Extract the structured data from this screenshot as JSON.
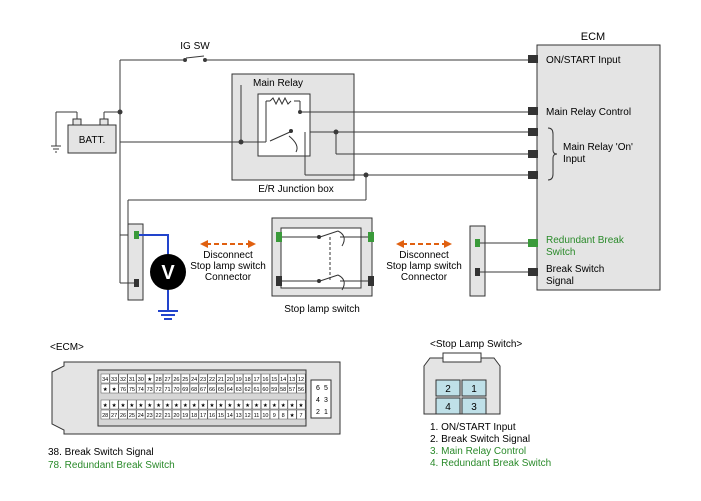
{
  "ecm": {
    "title": "ECM",
    "inputs": {
      "on_start": "ON/START Input",
      "main_relay_control": "Main Relay Control",
      "main_relay_on_line1": "Main Relay 'On'",
      "main_relay_on_line2": "Input",
      "redundant_line1": "Redundant Break",
      "redundant_line2": "Switch",
      "break_signal_line1": "Break Switch",
      "break_signal_line2": "Signal"
    }
  },
  "ig_sw": "IG SW",
  "battery": "BATT.",
  "main_relay": "Main Relay",
  "junction_box": "E/R Junction box",
  "voltmeter": "V",
  "stop_lamp_switch": "Stop lamp switch",
  "disconnect_left": [
    "Disconnect",
    "Stop lamp switch",
    "Connector"
  ],
  "disconnect_right": [
    "Disconnect",
    "Stop lamp switch",
    "Connector"
  ],
  "ecm_connector": {
    "title": "<ECM>",
    "row_top": [
      "34",
      "33",
      "32",
      "31",
      "30",
      "★",
      "28",
      "27",
      "26",
      "25",
      "24",
      "23",
      "22",
      "21",
      "20",
      "19",
      "18",
      "17",
      "16",
      "15",
      "14",
      "13",
      "12"
    ],
    "row_top2": [
      "★",
      "★",
      "76",
      "75",
      "74",
      "73",
      "72",
      "71",
      "70",
      "69",
      "68",
      "67",
      "66",
      "65",
      "64",
      "63",
      "62",
      "61",
      "60",
      "59",
      "58",
      "57",
      "56"
    ],
    "row_bot": [
      "★",
      "★",
      "★",
      "★",
      "★",
      "★",
      "★",
      "★",
      "★",
      "★",
      "★",
      "★",
      "★",
      "★",
      "★",
      "★",
      "★",
      "★",
      "★",
      "★",
      "★",
      "★",
      "★"
    ],
    "row_bot2": [
      "28",
      "27",
      "26",
      "25",
      "24",
      "23",
      "22",
      "21",
      "20",
      "19",
      "18",
      "17",
      "16",
      "15",
      "14",
      "13",
      "12",
      "11",
      "10",
      "9",
      "8",
      "★",
      "7"
    ],
    "side_top": [
      "6",
      "5"
    ],
    "side_mid": [
      "4",
      "3"
    ],
    "side_bot": [
      "2",
      "1"
    ],
    "legend": [
      {
        "text": "38. Break Switch Signal",
        "color": "#000000"
      },
      {
        "text": "78. Redundant Break Switch",
        "color": "#2a8a2a"
      }
    ]
  },
  "stop_lamp_connector": {
    "title": "<Stop Lamp Switch>",
    "pins": [
      "2",
      "1",
      "4",
      "3"
    ],
    "legend": [
      {
        "text": "1. ON/START Input",
        "color": "#000000"
      },
      {
        "text": "2. Break Switch Signal",
        "color": "#000000"
      },
      {
        "text": "3. Main Relay Control",
        "color": "#2a8a2a"
      },
      {
        "text": "4. Redundant Break Switch",
        "color": "#2a8a2a"
      }
    ]
  },
  "colors": {
    "wire": "#3a3a3a",
    "blue_wire": "#2244cc",
    "arrow": "#e06010",
    "green": "#2a8a2a",
    "box_fill": "#e4e4e4",
    "pin_fill": "#3a9a3a"
  }
}
